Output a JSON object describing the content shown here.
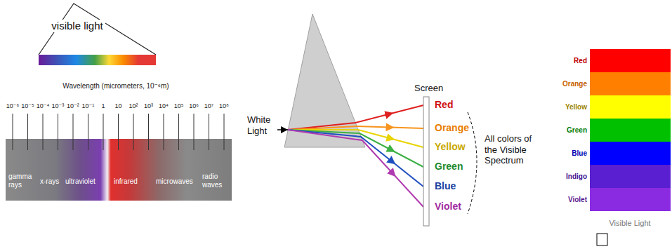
{
  "diagram": {
    "labels": [
      "visible light",
      "Wavelength (micrometers, 10⁻⁶m)",
      "10⁻⁶",
      "10⁻⁵",
      "10⁻⁴",
      "10⁻³",
      "10⁻²",
      "10⁻¹",
      "1",
      "10",
      "10²",
      "10³",
      "10⁴",
      "10⁵",
      "10⁶",
      "10⁷",
      "10⁸",
      "gamma rays",
      "x-rays",
      "ultraviolet",
      "infrared",
      "microwaves",
      "radio waves",
      "White Light",
      "Screen",
      "Red",
      "Orange",
      "Yellow",
      "Green",
      "Blue",
      "Violet",
      "All colors of the Visible Spectrum",
      "Visible Light"
    ],
    "legend": [
      {
        "text": "Red",
        "color": "#ff0000"
      },
      {
        "text": "Orange",
        "color": "#ff8000"
      },
      {
        "text": "Yellow",
        "color": "#ffff00"
      },
      {
        "text": "Green",
        "color": "#00c000"
      },
      {
        "text": "Blue",
        "color": "#0000ff"
      },
      {
        "text": "Indigo",
        "color": "#5a1fd0"
      },
      {
        "text": "Violet",
        "color": "#8a2be2"
      }
    ]
  }
}
